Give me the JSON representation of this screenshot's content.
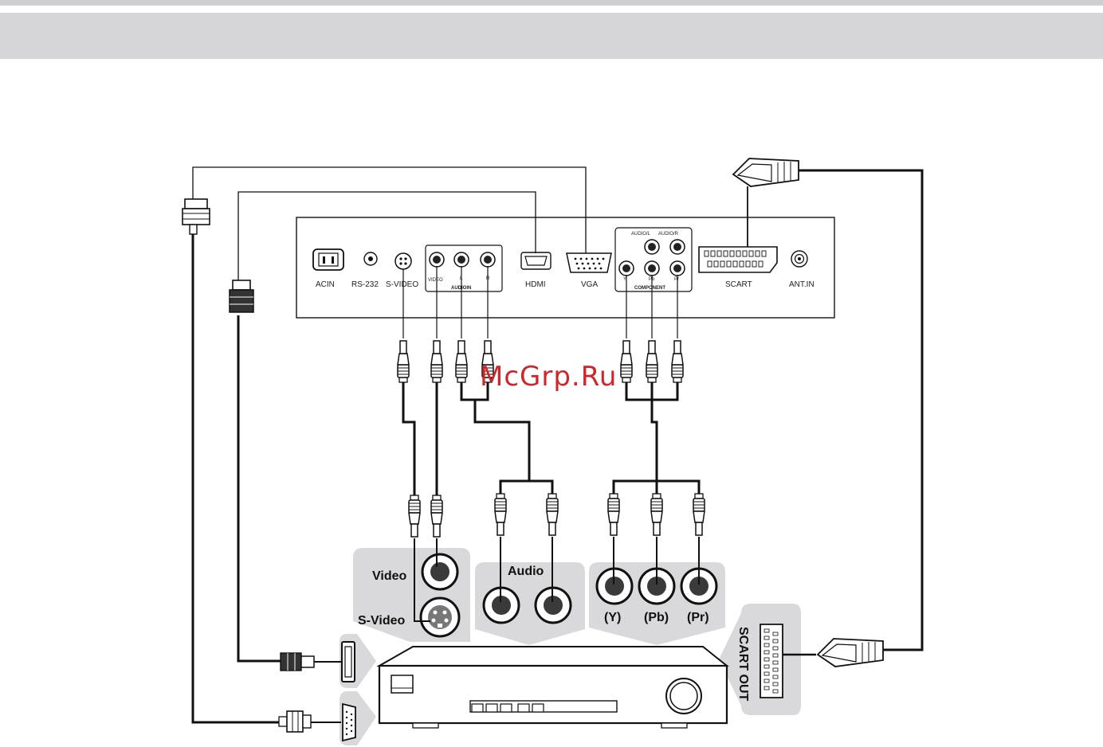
{
  "panel_ports": {
    "acin": "ACIN",
    "rs232": "RS-232",
    "svideo": "S-VIDEO",
    "video": "VIDEO",
    "audio_l": "L",
    "audio_r": "R",
    "audio_in": "AUDIOIN",
    "hdmi": "HDMI",
    "vga": "VGA",
    "comp_audio_l": "AUDIO/L",
    "comp_audio_r": "AUDIO/R",
    "comp_y": "Y",
    "comp_pb": "Pb",
    "comp_pr": "Pr",
    "component": "COMPONENT",
    "scart": "SCART",
    "ant_in": "ANT.IN"
  },
  "device_ports": {
    "video": "Video",
    "svideo": "S-Video",
    "audio": "Audio",
    "y": "(Y)",
    "pb": "(Pb)",
    "pr": "(Pr)",
    "scart_out": "SCART OUT"
  },
  "watermark": "McGrp.Ru",
  "colors": {
    "header_band": "#d6d6d8",
    "device_panel": "#d9d9db",
    "cable": "#111111",
    "watermark": "#d0262b"
  }
}
